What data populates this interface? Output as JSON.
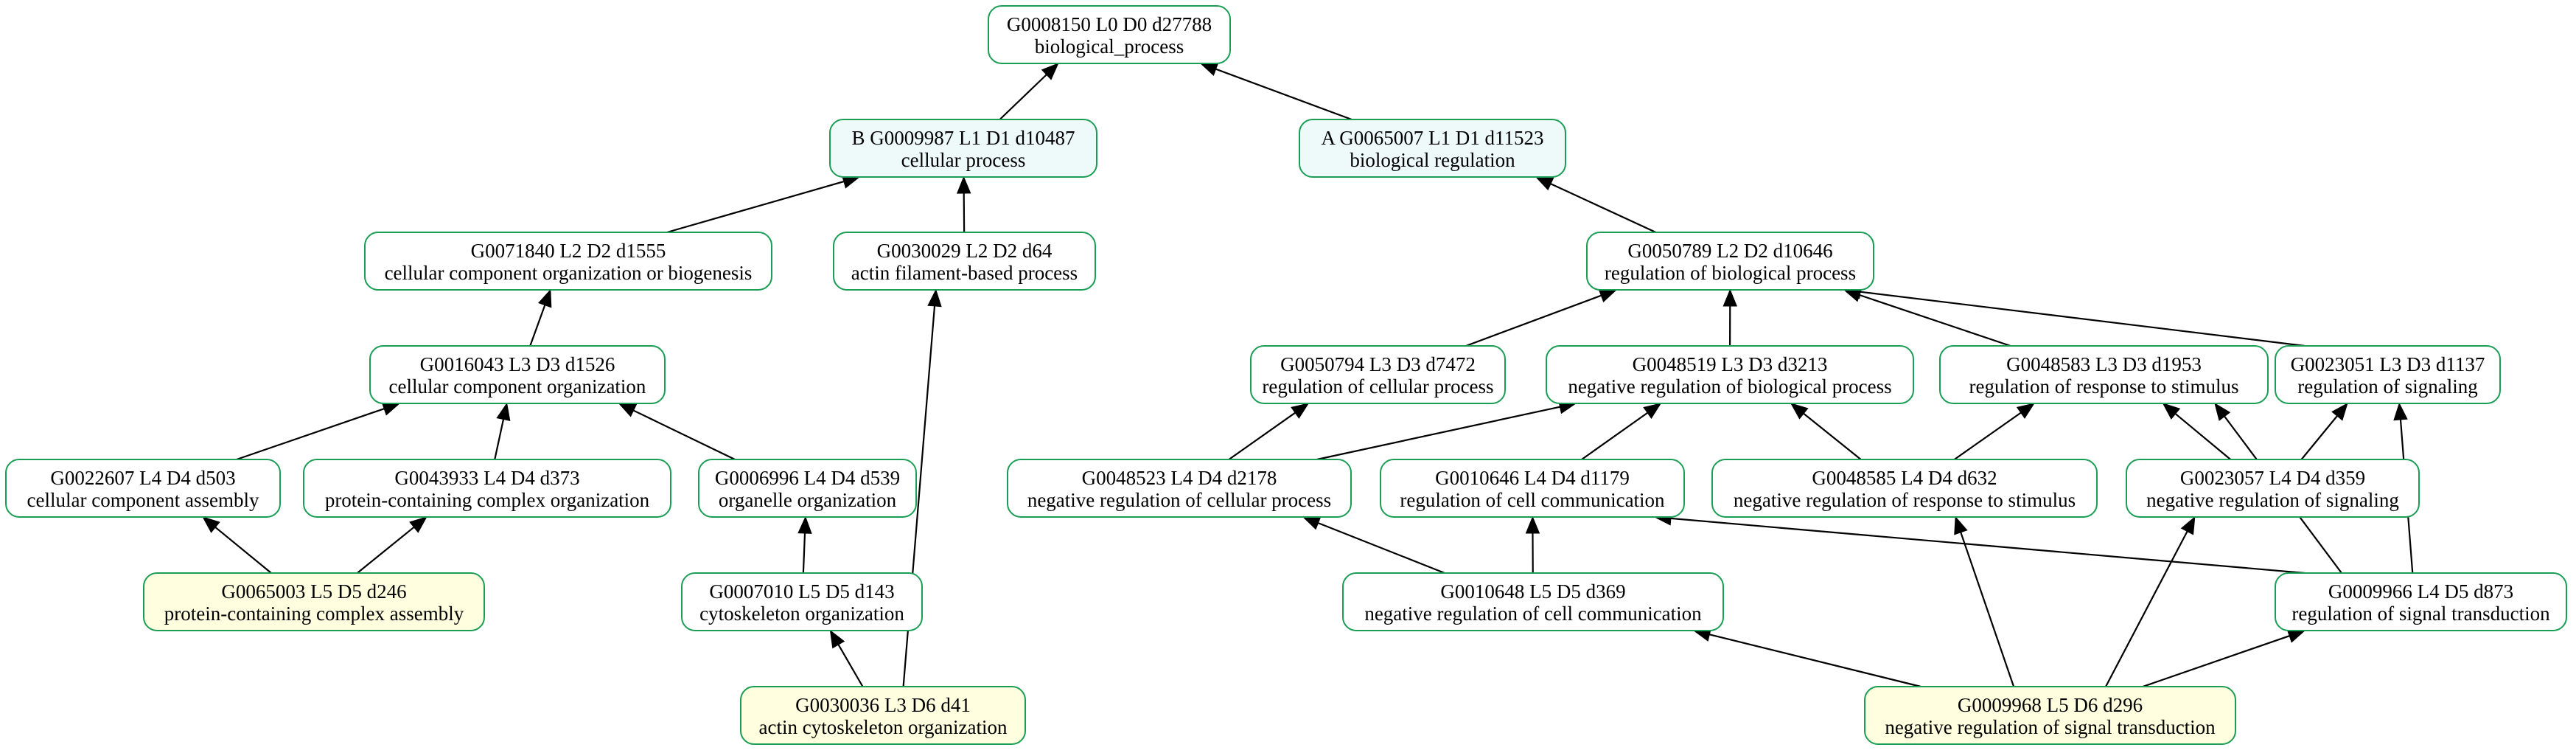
{
  "colors": {
    "border": "#1a9e55",
    "fill_default": "#ffffff",
    "fill_top": "#eefafa",
    "fill_leaf": "#ffffe0",
    "edge": "#000000"
  },
  "nodes": [
    {
      "id": "G0008150",
      "line1": "G0008150 L0 D0 d27788",
      "line2": "biological_process",
      "style": "default"
    },
    {
      "id": "G0009987",
      "line1": "B  G0009987 L1 D1 d10487",
      "line2": "cellular process",
      "style": "top"
    },
    {
      "id": "G0065007",
      "line1": "A  G0065007 L1 D1 d11523",
      "line2": "biological regulation",
      "style": "top"
    },
    {
      "id": "G0071840",
      "line1": "G0071840 L2 D2 d1555",
      "line2": "cellular component organization or biogenesis",
      "style": "default"
    },
    {
      "id": "G0030029",
      "line1": "G0030029 L2 D2 d64",
      "line2": "actin filament-based process",
      "style": "default"
    },
    {
      "id": "G0050789",
      "line1": "G0050789 L2 D2 d10646",
      "line2": "regulation of biological process",
      "style": "default"
    },
    {
      "id": "G0016043",
      "line1": "G0016043 L3 D3 d1526",
      "line2": "cellular component organization",
      "style": "default"
    },
    {
      "id": "G0050794",
      "line1": "G0050794 L3 D3 d7472",
      "line2": "regulation of cellular process",
      "style": "default"
    },
    {
      "id": "G0048519",
      "line1": "G0048519 L3 D3 d3213",
      "line2": "negative regulation of biological process",
      "style": "default"
    },
    {
      "id": "G0048583",
      "line1": "G0048583 L3 D3 d1953",
      "line2": "regulation of response to stimulus",
      "style": "default"
    },
    {
      "id": "G0023051",
      "line1": "G0023051 L3 D3 d1137",
      "line2": "regulation of signaling",
      "style": "default"
    },
    {
      "id": "G0022607",
      "line1": "G0022607 L4 D4 d503",
      "line2": "cellular component assembly",
      "style": "default"
    },
    {
      "id": "G0043933",
      "line1": "G0043933 L4 D4 d373",
      "line2": "protein-containing complex organization",
      "style": "default"
    },
    {
      "id": "G0006996",
      "line1": "G0006996 L4 D4 d539",
      "line2": "organelle organization",
      "style": "default"
    },
    {
      "id": "G0048523",
      "line1": "G0048523 L4 D4 d2178",
      "line2": "negative regulation of cellular process",
      "style": "default"
    },
    {
      "id": "G0010646",
      "line1": "G0010646 L4 D4 d1179",
      "line2": "regulation of cell communication",
      "style": "default"
    },
    {
      "id": "G0048585",
      "line1": "G0048585 L4 D4 d632",
      "line2": "negative regulation of response to stimulus",
      "style": "default"
    },
    {
      "id": "G0023057",
      "line1": "G0023057 L4 D4 d359",
      "line2": "negative regulation of signaling",
      "style": "default"
    },
    {
      "id": "G0065003",
      "line1": "G0065003 L5 D5 d246",
      "line2": "protein-containing complex assembly",
      "style": "leaf"
    },
    {
      "id": "G0007010",
      "line1": "G0007010 L5 D5 d143",
      "line2": "cytoskeleton organization",
      "style": "default"
    },
    {
      "id": "G0010648",
      "line1": "G0010648 L5 D5 d369",
      "line2": "negative regulation of cell communication",
      "style": "default"
    },
    {
      "id": "G0009966",
      "line1": "G0009966 L4 D5 d873",
      "line2": "regulation of signal transduction",
      "style": "default"
    },
    {
      "id": "G0030036",
      "line1": "G0030036 L3 D6 d41",
      "line2": "actin cytoskeleton organization",
      "style": "leaf"
    },
    {
      "id": "G0009968",
      "line1": "G0009968 L5 D6 d296",
      "line2": "negative regulation of signal transduction",
      "style": "leaf"
    }
  ],
  "edges": [
    {
      "from": "G0009987",
      "to": "G0008150"
    },
    {
      "from": "G0065007",
      "to": "G0008150"
    },
    {
      "from": "G0071840",
      "to": "G0009987"
    },
    {
      "from": "G0030029",
      "to": "G0009987"
    },
    {
      "from": "G0050789",
      "to": "G0065007"
    },
    {
      "from": "G0016043",
      "to": "G0071840"
    },
    {
      "from": "G0022607",
      "to": "G0016043"
    },
    {
      "from": "G0043933",
      "to": "G0016043"
    },
    {
      "from": "G0006996",
      "to": "G0016043"
    },
    {
      "from": "G0065003",
      "to": "G0022607"
    },
    {
      "from": "G0065003",
      "to": "G0043933"
    },
    {
      "from": "G0007010",
      "to": "G0006996"
    },
    {
      "from": "G0030036",
      "to": "G0007010"
    },
    {
      "from": "G0030036",
      "to": "G0030029"
    },
    {
      "from": "G0050794",
      "to": "G0050789"
    },
    {
      "from": "G0048519",
      "to": "G0050789"
    },
    {
      "from": "G0048583",
      "to": "G0050789"
    },
    {
      "from": "G0023051",
      "to": "G0050789"
    },
    {
      "from": "G0048523",
      "to": "G0050794"
    },
    {
      "from": "G0048523",
      "to": "G0048519"
    },
    {
      "from": "G0010646",
      "to": "G0048519"
    },
    {
      "from": "G0048585",
      "to": "G0048519"
    },
    {
      "from": "G0048585",
      "to": "G0048583"
    },
    {
      "from": "G0023057",
      "to": "G0048583"
    },
    {
      "from": "G0023057",
      "to": "G0023051"
    },
    {
      "from": "G0010648",
      "to": "G0048523"
    },
    {
      "from": "G0010648",
      "to": "G0010646"
    },
    {
      "from": "G0009966",
      "to": "G0010646"
    },
    {
      "from": "G0009966",
      "to": "G0048583"
    },
    {
      "from": "G0009966",
      "to": "G0023051"
    },
    {
      "from": "G0009968",
      "to": "G0010648"
    },
    {
      "from": "G0009968",
      "to": "G0048585"
    },
    {
      "from": "G0009968",
      "to": "G0023057"
    },
    {
      "from": "G0009968",
      "to": "G0009966"
    }
  ]
}
